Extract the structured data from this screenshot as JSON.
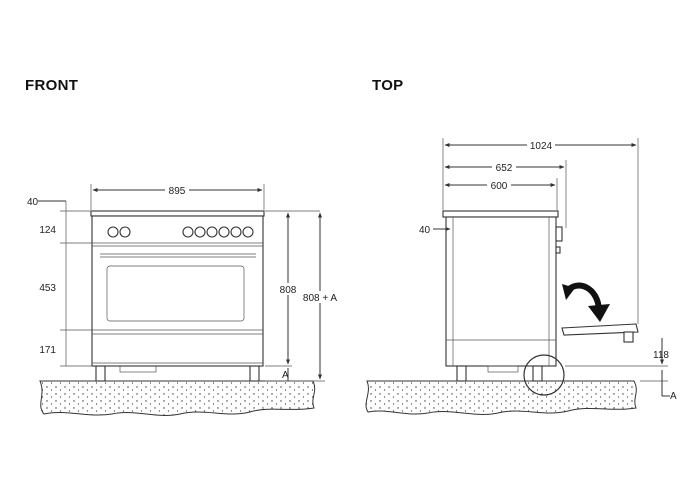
{
  "views": {
    "front": {
      "title": "FRONT",
      "dims": {
        "width": "895",
        "top_offset": "40",
        "control_panel": "124",
        "oven": "453",
        "drawer": "171",
        "height": "808",
        "height_plus": "808 + A",
        "a_label": "A"
      }
    },
    "top": {
      "title": "TOP",
      "dims": {
        "total_depth": "1024",
        "depth_652": "652",
        "depth_600": "600",
        "top_offset": "40",
        "door_clearance": "118",
        "a_label": "A"
      }
    }
  },
  "icons": {
    "door_swing": "curved-arrow-icon",
    "detail": "detail-circle-icon"
  }
}
